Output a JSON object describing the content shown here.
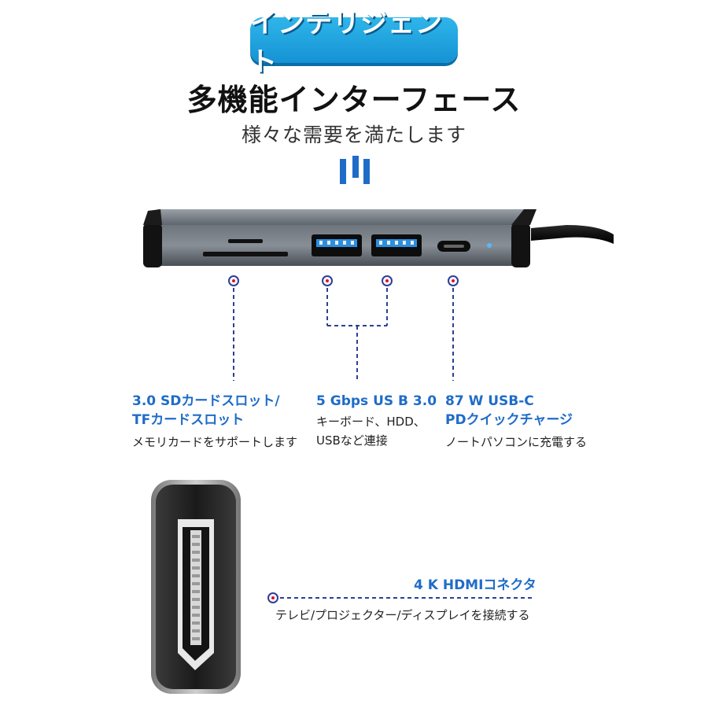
{
  "badge": {
    "text": "インテリジェント"
  },
  "headline": "多機能インターフェース",
  "subline": "様々な需要を満たします",
  "ports": [
    {
      "title_lines": [
        "3.0 SDカードスロット/",
        "TFカードスロット"
      ],
      "description_lines": [
        "メモリカードをサポートします"
      ]
    },
    {
      "title_lines": [
        "5 Gbps US B 3.0"
      ],
      "description_lines": [
        "キーボード、HDD、",
        "USBなど連接"
      ]
    },
    {
      "title_lines": [
        "87 W USB-C",
        "PDクイックチャージ"
      ],
      "description_lines": [
        "ノートパソコンに充電する"
      ]
    }
  ],
  "hdmi": {
    "title": "4 K HDMIコネクタ",
    "description": "テレビ/プロジェクター/ディスプレイを接続する"
  },
  "colors": {
    "accent_blue": "#1f6cc8",
    "badge_blue": "#1592d4",
    "marker_red": "#e0102a",
    "line_navy": "#2d3e9a"
  },
  "icons": [
    "usb-a-port-icon",
    "usb-c-port-icon",
    "sd-slot-icon",
    "hdmi-port-icon",
    "led-indicator-icon"
  ]
}
